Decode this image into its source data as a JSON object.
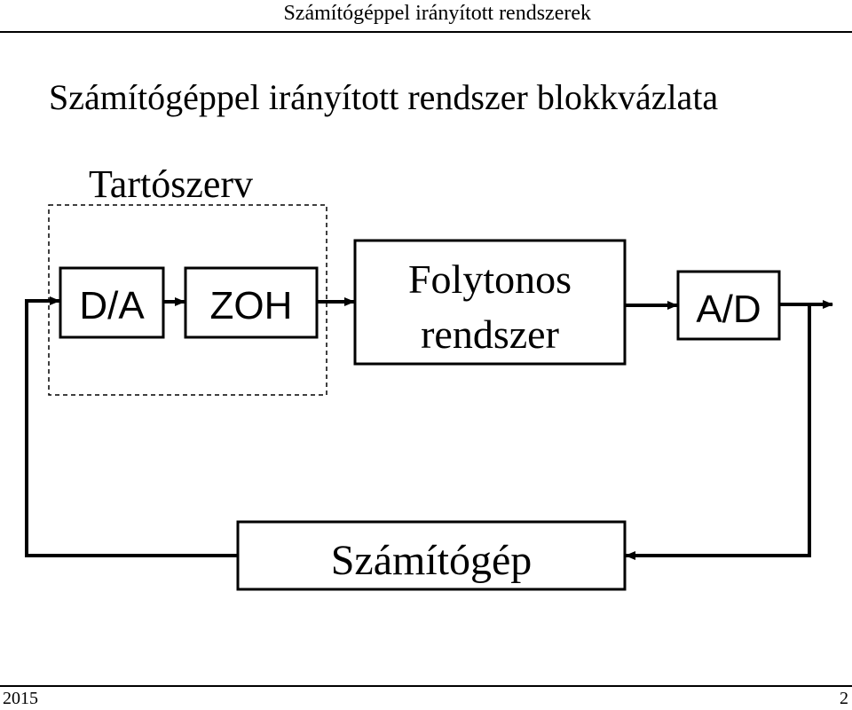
{
  "header": {
    "title": "Számítógéppel irányított rendszerek"
  },
  "slide": {
    "title": "Számítógéppel irányított rendszer blokkvázlata"
  },
  "diagram": {
    "group_label": "Tartószerv",
    "blocks": {
      "da": "D/A",
      "zoh": "ZOH",
      "plant_line1": "Folytonos",
      "plant_line2": "rendszer",
      "ad": "A/D",
      "computer": "Számítógép"
    }
  },
  "footer": {
    "year": "2015",
    "page": "2"
  }
}
